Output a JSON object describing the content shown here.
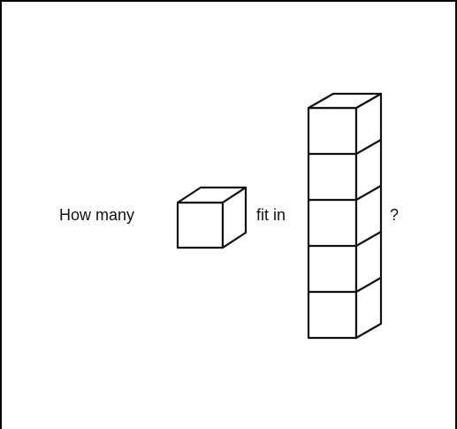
{
  "question": {
    "prefix": "How many",
    "middle": "fit in",
    "suffix": "?"
  },
  "tower": {
    "cube_count": 5
  },
  "colors": {
    "ink": "#111111",
    "background": "#ffffff"
  }
}
